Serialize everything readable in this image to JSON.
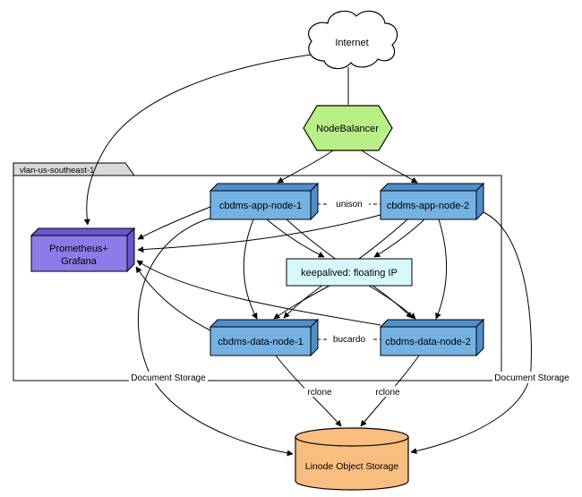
{
  "colors": {
    "node_blue": "#74b2e3",
    "node_blue_dark": "#4e8ecb",
    "balancer_green": "#b9ef86",
    "monitor_purple": "#8b7cea",
    "monitor_purple_dark": "#6757ce",
    "keepalived_cyan": "#d7f9fa",
    "storage_orange": "#f9bd80",
    "tab_gray": "#d8d8d8"
  },
  "diagram": {
    "internet": {
      "label": "Internet"
    },
    "nodebalancer": {
      "label": "NodeBalancer"
    },
    "vlan": {
      "label": "vlan-us-southeast-1"
    },
    "app_node_1": {
      "label": "cbdms-app-node-1"
    },
    "app_node_2": {
      "label": "cbdms-app-node-2"
    },
    "prometheus": {
      "label_line1": "Prometheus+",
      "label_line2": "Grafana"
    },
    "keepalived": {
      "label": "keepalived: floating IP"
    },
    "data_node_1": {
      "label": "cbdms-data-node-1"
    },
    "data_node_2": {
      "label": "cbdms-data-node-2"
    },
    "object_storage": {
      "label": "Linode Object Storage"
    },
    "edge_labels": {
      "unison": "unison",
      "bucardo": "bucardo",
      "rclone_left": "rclone",
      "rclone_right": "rclone",
      "document_storage_left": "Document Storage",
      "document_storage_right": "Document Storage"
    }
  }
}
